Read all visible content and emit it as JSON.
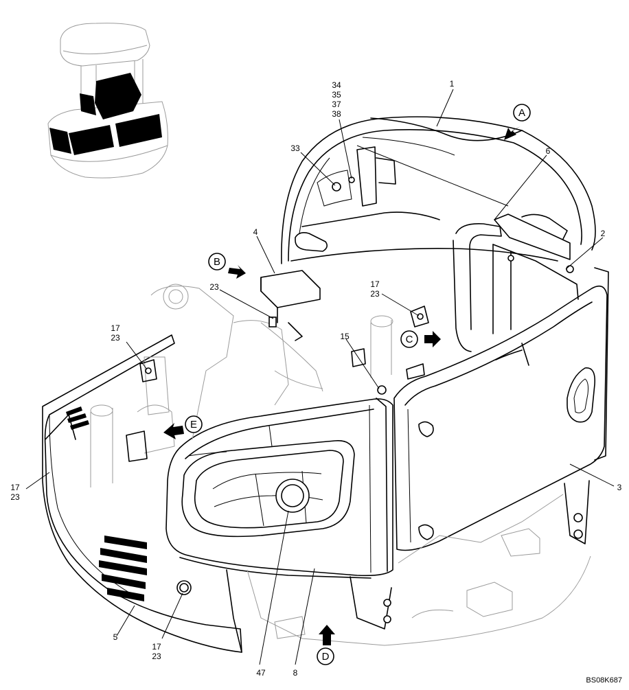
{
  "callouts": {
    "c1": "1",
    "c2": "2",
    "c3": "3",
    "c4": "4",
    "c5": "5",
    "c6": "6",
    "c8": "8",
    "c15": "15",
    "c33": "33",
    "c47": "47",
    "c34": "34",
    "c35": "35",
    "c37": "37",
    "c38": "38",
    "c17a": "17",
    "c23a": "23",
    "c17b": "17",
    "c23b": "23",
    "c23c": "23",
    "c17d": "17",
    "c23d": "23",
    "c17e": "17",
    "c23e": "23"
  },
  "views": {
    "A": "A",
    "B": "B",
    "C": "C",
    "D": "D",
    "E": "E"
  },
  "drawing_code": "BS08K687"
}
